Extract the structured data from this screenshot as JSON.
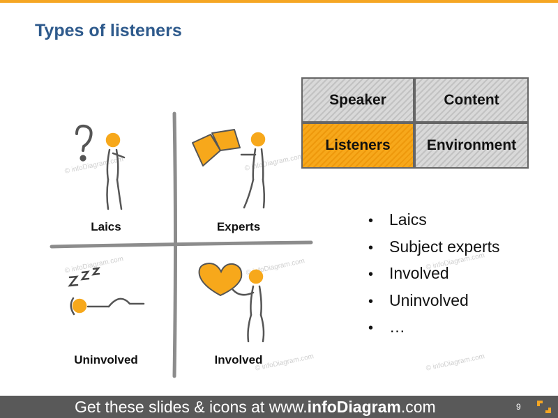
{
  "title": "Types of listeners",
  "quadrants": [
    {
      "label": "Laics"
    },
    {
      "label": "Experts"
    },
    {
      "label": "Uninvolved"
    },
    {
      "label": "Involved"
    }
  ],
  "grid": {
    "cells": [
      "Speaker",
      "Content",
      "Listeners",
      "Environment"
    ],
    "highlighted": "Listeners"
  },
  "bullets": [
    "Laics",
    "Subject experts",
    "Involved",
    "Uninvolved",
    "…"
  ],
  "watermark": "© infoDiagram.com",
  "footer": {
    "prefix": "Get these slides & icons at www.",
    "brand": "infoDiagram",
    "suffix": ".com",
    "page": "9"
  },
  "colors": {
    "accent": "#F7A81B",
    "title": "#2E5A8C",
    "footer_bg": "#595959"
  }
}
